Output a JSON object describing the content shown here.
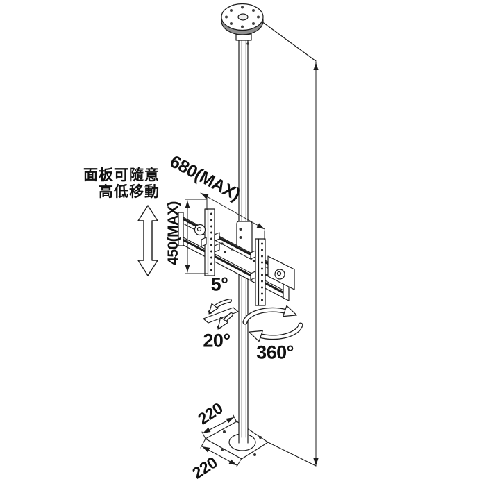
{
  "note": {
    "line1": "面板可隨意",
    "line2": "高低移動"
  },
  "dimensions": {
    "arm_max": "680(MAX)",
    "bracket_max": "450(MAX)",
    "base_width": "220",
    "base_depth": "220"
  },
  "angles": {
    "tilt_up": "5°",
    "tilt_down": "20°",
    "swivel": "360°"
  },
  "colors": {
    "line": "#1c1c1c",
    "background": "#ffffff",
    "metal_shade": "#8f8f8f"
  }
}
